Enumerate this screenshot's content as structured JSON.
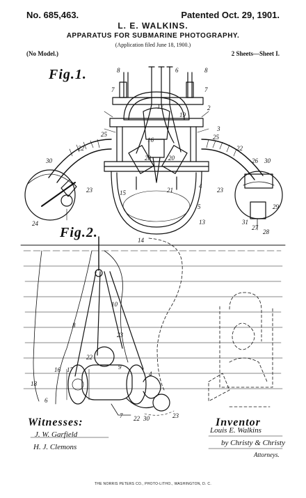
{
  "header": {
    "patent_number": "No. 685,463.",
    "patent_date": "Patented Oct. 29, 1901.",
    "inventor_name": "L. E. WALKINS.",
    "title": "APPARATUS FOR SUBMARINE PHOTOGRAPHY.",
    "filing": "(Application filed June 18, 1900.)",
    "model_note": "(No Model.)",
    "sheet_note": "2 Sheets—Sheet I."
  },
  "figures": {
    "fig1_label": "Fig.1.",
    "fig2_label": "Fig.2."
  },
  "reference_numerals": {
    "fig1": [
      "8",
      "7",
      "6",
      "8",
      "7",
      "2",
      "19",
      "17",
      "3",
      "25",
      "25",
      "22",
      "22",
      "30",
      "30",
      "16",
      "20",
      "20",
      "26",
      "23",
      "23",
      "15",
      "21",
      "4",
      "5",
      "24",
      "13",
      "29",
      "31",
      "27",
      "28"
    ],
    "fig2": [
      "14",
      "10",
      "8",
      "23",
      "22",
      "9",
      "18",
      "16",
      "17",
      "6",
      "4",
      "7",
      "22",
      "30",
      "23"
    ]
  },
  "signatures": {
    "witnesses_label": "Witnesses:",
    "witness_1": "J. W. Garfield",
    "witness_2": "H. J. Clemons",
    "inventor_label": "Inventor",
    "inventor_signature": "Louis E. Walkins",
    "attorney_signature": "by Christy & Christy",
    "attorneys_label": "Attorneys."
  },
  "footer": {
    "printer": "THE NORRIS PETERS CO., PHOTO-LITHO., WASHINGTON, D. C."
  }
}
